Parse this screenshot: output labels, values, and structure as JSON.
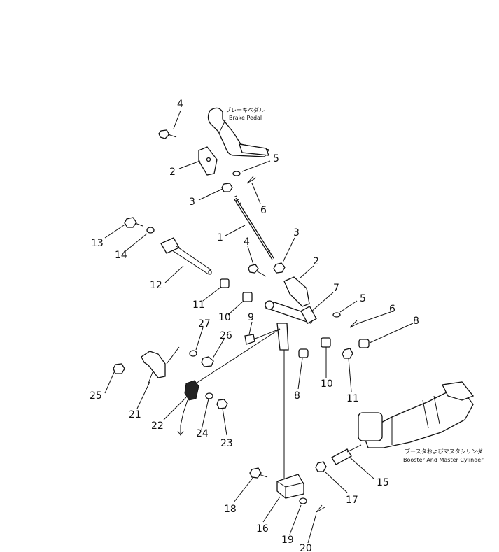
{
  "captions": {
    "brake_pedal_ja": "ブレーキペダル",
    "brake_pedal_en": "Brake Pedal",
    "booster_ja": "ブースタおよびマスタシリンダ",
    "booster_en": "Booster And Master Cylinder"
  },
  "callouts": [
    "4",
    "5",
    "2",
    "3",
    "6",
    "1",
    "3",
    "4",
    "2",
    "13",
    "14",
    "12",
    "11",
    "10",
    "7",
    "5",
    "6",
    "9",
    "8",
    "27",
    "26",
    "25",
    "21",
    "22",
    "24",
    "23",
    "8",
    "10",
    "11",
    "15",
    "17",
    "18",
    "16",
    "19",
    "20"
  ]
}
